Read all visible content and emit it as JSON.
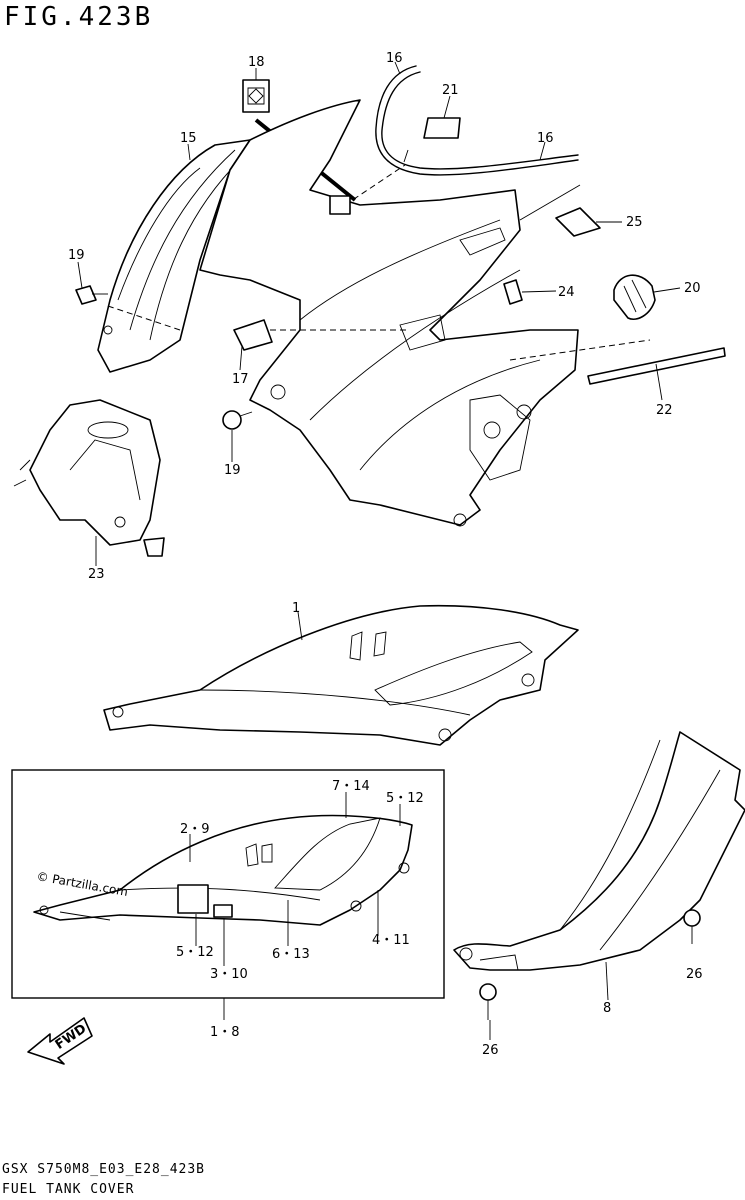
{
  "figure": {
    "title": "FIG.423B",
    "footer_code": "GSX  S750M8_E03_E28_423B",
    "footer_title": "FUEL TANK COVER",
    "copyright": "© Partzilla.com",
    "direction_label": "FWD"
  },
  "callouts": {
    "c18": "18",
    "c16a": "16",
    "c16b": "16",
    "c21": "21",
    "c15": "15",
    "c25": "25",
    "c19a": "19",
    "c24": "24",
    "c20": "20",
    "c17": "17",
    "c22": "22",
    "c19b": "19",
    "c23": "23",
    "c1": "1",
    "c714": "7・14",
    "c512a": "5・12",
    "c29": "2・9",
    "c411": "4・11",
    "c512b": "5・12",
    "c613": "6・13",
    "c310": "3・10",
    "c18kit": "1・8",
    "c26a": "26",
    "c8": "8",
    "c26b": "26"
  }
}
